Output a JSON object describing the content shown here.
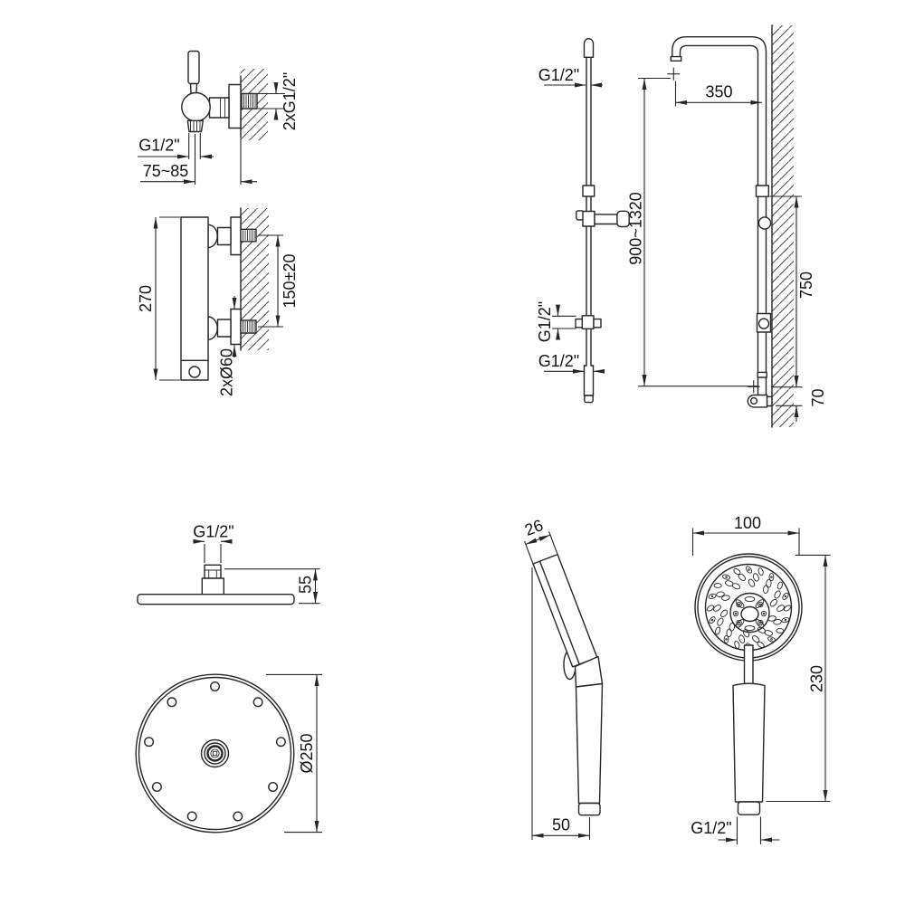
{
  "colors": {
    "line": "#262626",
    "text": "#131313",
    "background": "#ffffff"
  },
  "views": {
    "valve_front": {
      "outlet_thread": "G1/2\"",
      "wall_distance": "75~85",
      "inlet_threads": "2xG1/2\""
    },
    "mixer_side": {
      "body_height": "270",
      "inlet_spacing": "150±20",
      "escutcheon_diameter": "2xØ60"
    },
    "rail_side": {
      "top_thread": "G1/2\"",
      "mid_thread": "G1/2\"",
      "bottom_thread": "G1/2\"",
      "height_range": "900~1320"
    },
    "column_front": {
      "arm_reach": "350",
      "wall_bar_height": "750",
      "bottom_offset": "70"
    },
    "overhead_side": {
      "inlet_thread": "G1/2\"",
      "head_height": "55"
    },
    "overhead_bottom": {
      "head_diameter": "Ø250"
    },
    "hand_side": {
      "head_thickness": "26",
      "head_depth": "50"
    },
    "hand_front": {
      "head_width": "100",
      "total_length": "230",
      "inlet_thread": "G1/2\""
    }
  }
}
